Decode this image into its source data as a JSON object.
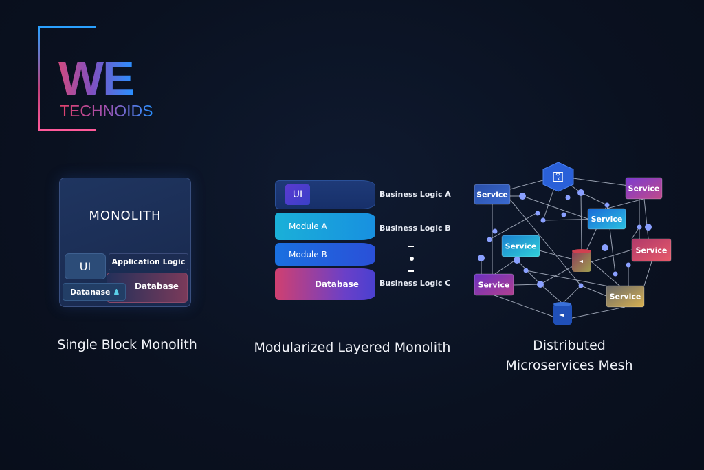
{
  "logo": {
    "main": "WE",
    "sub": "TECHNOIDS"
  },
  "monolith": {
    "title": "MONOLITH",
    "ui": "UI",
    "app_logic": "Application Logic",
    "database": "Database",
    "datanase": "Datanase",
    "caption": "Single Block Monolith"
  },
  "layered": {
    "layers": [
      "UI",
      "Module A",
      "Module B",
      "Database"
    ],
    "business_logic": [
      "Business Logic A",
      "Business Logic B",
      "Business Logic C"
    ],
    "caption": "Modularized Layered Monolith"
  },
  "mesh": {
    "service_label": "Service",
    "caption_line1": "Distributed",
    "caption_line2": "Microservices Mesh",
    "services": [
      {
        "label": "Service",
        "colors": [
          "#2a4fa8",
          "#3a6ad0"
        ]
      },
      {
        "label": "Service",
        "colors": [
          "#7a3ad0",
          "#c04a8a"
        ]
      },
      {
        "label": "Service",
        "colors": [
          "#1a6ad8",
          "#2ac0e0"
        ]
      },
      {
        "label": "Service",
        "colors": [
          "#1a80d0",
          "#30d0d8"
        ]
      },
      {
        "label": "Service",
        "colors": [
          "#b03a6a",
          "#e85a6a"
        ]
      },
      {
        "label": "Service",
        "colors": [
          "#6a30c0",
          "#b04090"
        ]
      },
      {
        "label": "Service",
        "colors": [
          "#6a6a6a",
          "#d8b050"
        ]
      }
    ]
  }
}
